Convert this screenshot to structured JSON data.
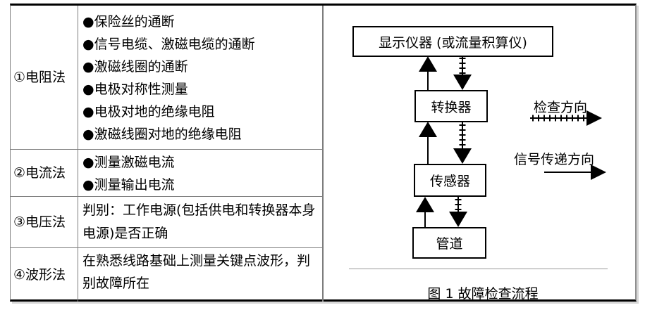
{
  "table": {
    "bullet": "●",
    "rows": [
      {
        "method": "①电阻法",
        "items": [
          "保险丝的通断",
          "信号电缆、激磁电缆的通断",
          "激磁线圈的通断",
          "电极对称性测量",
          "电极对地的绝缘电阻",
          "激磁线圈对地的绝缘电阻"
        ]
      },
      {
        "method": "②电流法",
        "items": [
          "测量激磁电流",
          "测量输出电流"
        ]
      },
      {
        "method": "③电压法",
        "text": "判别：工作电源(包括供电和转换器本身电源)是否正确"
      },
      {
        "method": "④波形法",
        "text": "在熟悉线路基础上测量关键点波形，判别故障所在"
      }
    ]
  },
  "diagram": {
    "boxes": {
      "display": "显示仪器 (或流量积算仪)",
      "converter": "转换器",
      "sensor": "传感器",
      "pipe": "管道"
    },
    "legend": {
      "check": "检查方向",
      "signal": "信号传递方向"
    },
    "caption": "图 1 故障检查流程"
  },
  "colors": {
    "border_gray": "#7d7d7d",
    "line_black": "#000000",
    "shadow": "#d7d7d7"
  }
}
